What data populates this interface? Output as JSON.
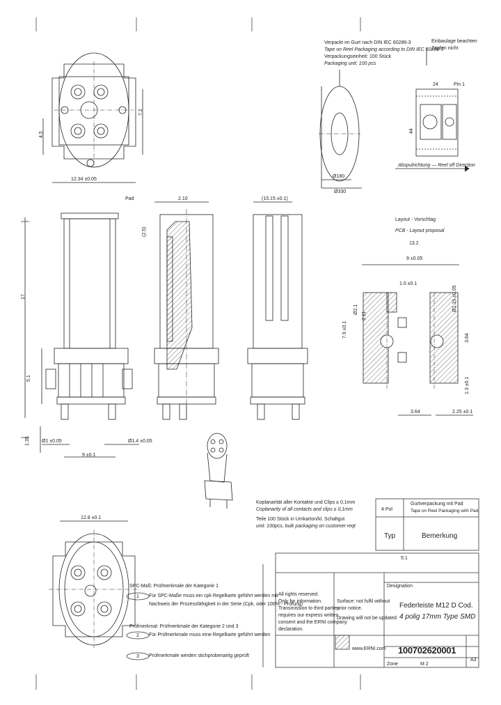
{
  "packaging": {
    "de": "Verpackt im Gurt nach DIN IEC 60286-3",
    "en": "Tape on Reel Packaging according to DIN IEC 60286-3",
    "units_de": "Verpackungseinheit: 100 Stück",
    "units_en": "Packaging unit: 100 pcs"
  },
  "note_top_right": [
    "Einbaulage beachten",
    "Zapfen nicht"
  ],
  "pin1_label": "Pin 1",
  "unwind": "Abspulrichtung — Reel off Direction",
  "layout": {
    "title": "Layout - Vorschlag",
    "subtitle": "PCB - Layout proposal"
  },
  "pad_label": "Pad",
  "dims": {
    "top_width": "12.34 ±0.05",
    "d_4_5": "4.5",
    "d_7_2": "7.2",
    "d_2_10": "2.10",
    "d_15_15": "(15.15 ±0.1)",
    "d_2_5": "(2.5)",
    "d_17": "17",
    "d_5_1": "5.1",
    "d_1_35": "1.35",
    "d_1_05": "Ø1 ±0.05",
    "d_1_4": "Ø1.4 ±0.05",
    "d_9": "9 ±0.1",
    "d_12_8": "12.8 ±0.1",
    "reel_180": "Ø180",
    "reel_330": "Ø330",
    "tape_24": "24",
    "tape_44": "44",
    "lay_13_2": "13.2",
    "lay_9": "9 ±0.05",
    "lay_1": "1.0 ±0.1",
    "lay_2_1": "Ø2.1",
    "lay_7_9": "7.9 ±0.1",
    "lay_3_64": "3.64",
    "lay_1_3": "1.3 ±0.1",
    "lay_1_15": "Ø1.15 ±0.05",
    "lay_3_64b": "3.64",
    "lay_2_25": "2.25 ±0.1",
    "lay_2_11": "2.11"
  },
  "coplanarity": {
    "de": "Koplanarität aller Kontakte und Clips ≤ 0,1mm",
    "en": "Coplanarity of all contacts and clips ≤ 0,1mm",
    "reel_de": "Teile 100 Stück in Umkarton/kl. Schaltgut",
    "reel_en": "unit: 100pcs, bulk packaging on customer reqt"
  },
  "variant_table": {
    "col1": "4 Pol",
    "col2_de": "Gurtverpackung mit Pad",
    "col2_en": "Tape on Reel Packaging with Pad",
    "typ": "Typ",
    "bemerkung": "Bemerkung"
  },
  "spc": {
    "title": "SPC-Maß: Prüfmerkmale der Kategorie 1",
    "l1": "Für SPC-Maße muss ein cpk Regelkarte geführt werden mit",
    "l2": "Nachweis der Prozessfähigkeit in der Serie (Cpk, oder 100% - Prüfung)",
    "title2": "Prüfmerkmal: Prüfmerkmale der Kategorie 2 und 3",
    "l3": "Für Prüfmerkmale muss eine Regelkarte geführt werden",
    "l4": "Prüfmerkmale werden stichprobenartig geprüft",
    "n1": "1",
    "n2": "2",
    "n3": "3"
  },
  "titleblock": {
    "rights": "All rights reserved.",
    "conf": "Only for information.",
    "conf2": "Transmission to third parties",
    "conf3": "requires our express written",
    "conf4": "consent and the ERNI company",
    "conf5": "declaration.",
    "surface": "Surface: not fulfil without",
    "surface2": "prior notice.",
    "surface3": "Drawing will not be updated",
    "name_label": "Designation",
    "name1": "Federleiste M12 D Cod.",
    "name2": "4 polig 17mm Type SMD",
    "company": "www.ERNI.com",
    "part_number": "100702620001",
    "scale": "5:1",
    "sheet": "A3",
    "rev": "M 2",
    "zone": "Zone"
  }
}
